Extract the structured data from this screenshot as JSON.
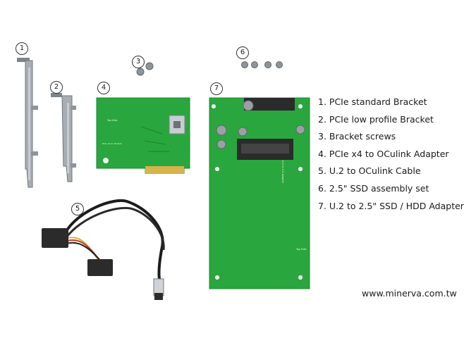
{
  "callouts": [
    "1",
    "2",
    "3",
    "4",
    "5",
    "6",
    "7"
  ],
  "legend": [
    "1. PCIe standard Bracket",
    "2. PCIe low profile Bracket",
    "3. Bracket screws",
    "4. PCIe x4 to OCulink Adapter",
    "5. U.2 to OCulink Cable",
    "6. 2.5\" SSD assembly set",
    "7. U.2 to 2.5\" SSD / HDD Adapter"
  ],
  "credit": "www.minerva.com.tw",
  "colors": {
    "pcb": "#2aa63e",
    "pcb_edge": "#1e8a30",
    "gold": "#d8b24a",
    "bracket": "#9aa0a6",
    "cable_black": "#1c1c1c"
  }
}
